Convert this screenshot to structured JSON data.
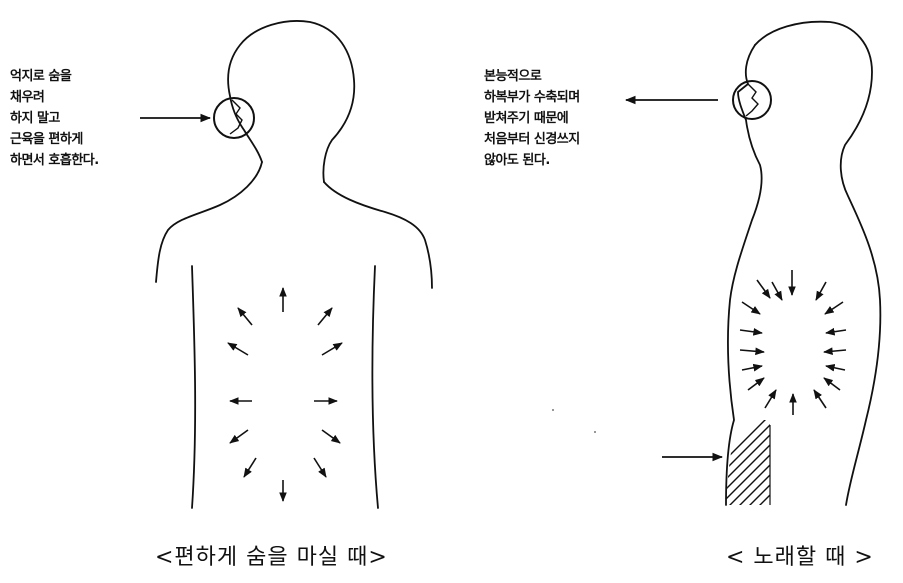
{
  "left_figure": {
    "note_lines": [
      "억지로 숨을",
      "채우려",
      "하지 말고",
      "근육을 편하게",
      "하면서 호흡한다."
    ],
    "caption": "<편하게 숨을 마실 때>"
  },
  "right_figure": {
    "note_lines": [
      "본능적으로",
      "하복부가 수축되며",
      "받쳐주기 때문에",
      "처음부터 신경쓰지",
      "않아도 된다."
    ],
    "caption": "< 노래할 때 >"
  }
}
